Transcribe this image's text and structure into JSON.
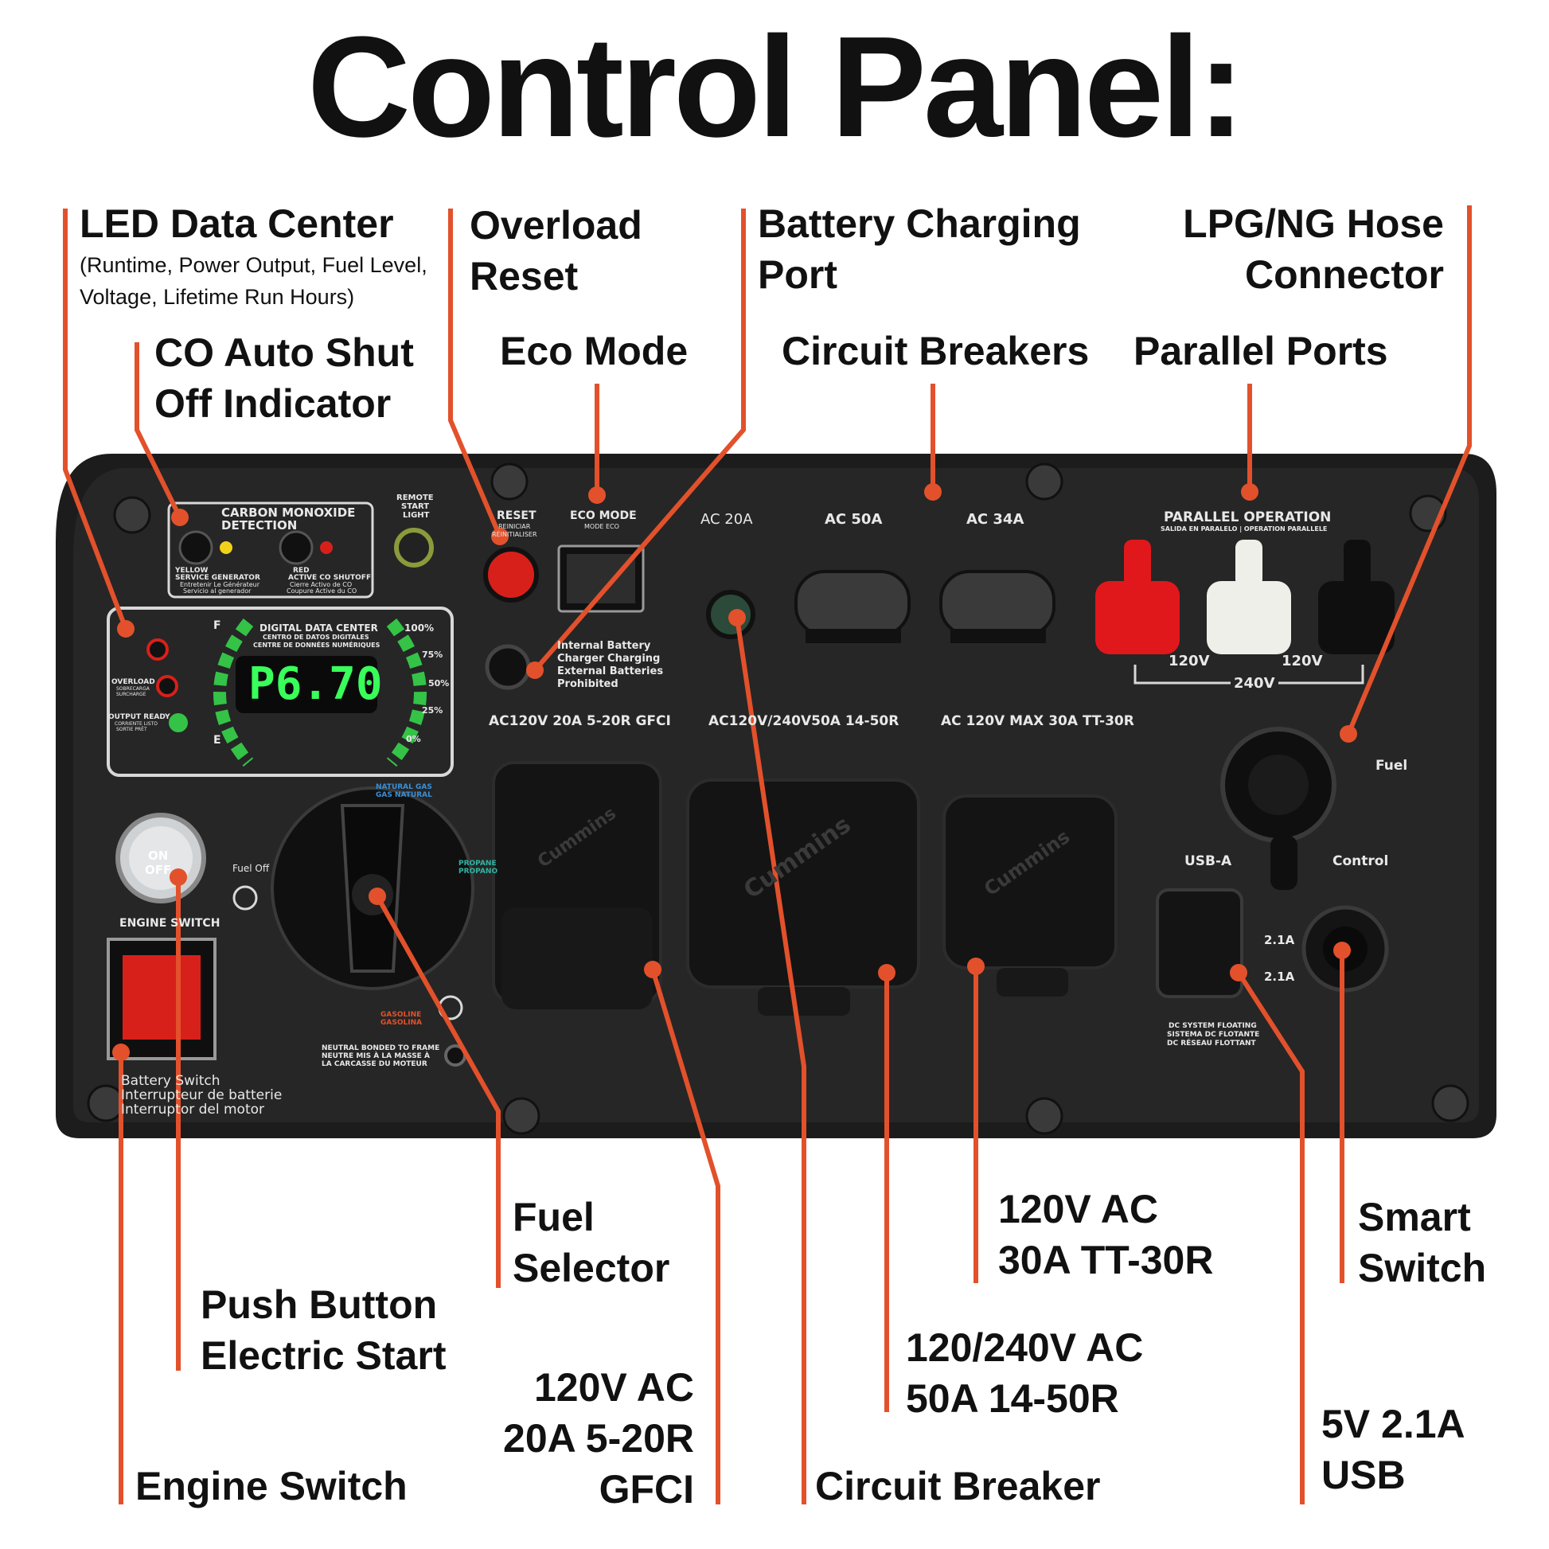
{
  "title": "Control Panel:",
  "callouts": {
    "led_data_center": "LED Data Center",
    "led_data_center_sub1": "(Runtime, Power Output, Fuel Level,",
    "led_data_center_sub2": "Voltage, Lifetime Run Hours)",
    "overload_reset_1": "Overload",
    "overload_reset_2": "Reset",
    "battery_port_1": "Battery Charging",
    "battery_port_2": "Port",
    "lpg_1": "LPG/NG Hose",
    "lpg_2": "Connector",
    "co_1": "CO Auto Shut",
    "co_2": "Off Indicator",
    "eco_mode": "Eco Mode",
    "circuit_breakers": "Circuit Breakers",
    "parallel_ports": "Parallel Ports",
    "fuel_selector_1": "Fuel",
    "fuel_selector_2": "Selector",
    "tt30_1": "120V AC",
    "tt30_2": "30A TT-30R",
    "smart_switch_1": "Smart",
    "smart_switch_2": "Switch",
    "push_start_1": "Push Button",
    "push_start_2": "Electric Start",
    "gfci_1": "120V AC",
    "gfci_2": "20A 5-20R",
    "gfci_3": "GFCI",
    "r1450_1": "120/240V AC",
    "r1450_2": "50A 14-50R",
    "usb_1": "5V 2.1A",
    "usb_2": "USB",
    "engine_switch": "Engine Switch",
    "circuit_breaker": "Circuit Breaker"
  },
  "panel": {
    "co_detect_1": "CARBON MONOXIDE",
    "co_detect_2": "DETECTION",
    "remote_1": "REMOTE",
    "remote_2": "START",
    "remote_3": "LIGHT",
    "yellow_1": "YELLOW",
    "yellow_2": "SERVICE GENERATOR",
    "yellow_3": "Entretenir Le Générateur",
    "yellow_4": "Servicio al generador",
    "red_1": "RED",
    "red_2": "ACTIVE CO SHUTOFF",
    "red_3": "Cierre Activo de CO",
    "red_4": "Coupure Active du CO",
    "reset_1": "RESET",
    "reset_2": "REINICIAR",
    "reset_3": "RÉINITIALISER",
    "eco_1": "ECO MODE",
    "eco_2": "MODE ECO",
    "ac20": "AC 20A",
    "ac50": "AC 50A",
    "ac34": "AC 34A",
    "parallel_1": "PARALLEL OPERATION",
    "parallel_2": "SALIDA EN PARALELO | OPERATION PARALLELE",
    "v120_left": "120V",
    "v120_right": "120V",
    "v240": "240V",
    "ddc_1": "DIGITAL DATA CENTER",
    "ddc_2": "CENTRO DE DATOS DIGITALES",
    "ddc_3": "CENTRE DE DONNÉES NUMÉRIQUES",
    "display": "P6.70",
    "f": "F",
    "e": "E",
    "pct100": "100%",
    "pct75": "75%",
    "pct50": "50%",
    "pct25": "25%",
    "pct0": "0%",
    "overload_1": "OVERLOAD",
    "overload_2": "SOBRECARGA",
    "overload_3": "SURCHARGE",
    "ready_1": "OUTPUT READY",
    "ready_2": "CORRIENTE LISTO",
    "ready_3": "SORTIE PRÊT",
    "battery_note_1": "Internal Battery",
    "battery_note_2": "Charger Charging",
    "battery_note_3": "External Batteries",
    "battery_note_4": "Prohibited",
    "rating_gfci": "AC120V 20A 5-20R GFCI",
    "rating_1450": "AC120V/240V50A 14-50R",
    "rating_tt30": "AC 120V MAX 30A TT-30R",
    "natgas_1": "NATURAL GAS",
    "natgas_2": "GAS NATURAL",
    "propane_1": "PROPANE",
    "propane_2": "PROPANO",
    "gasoline_1": "GASOLINE",
    "gasoline_2": "GASOLINA",
    "fuel_off": "Fuel Off",
    "on": "ON",
    "off": "OFF",
    "engine_switch": "ENGINE SWITCH",
    "batt_switch_1": "Battery Switch",
    "batt_switch_2": "Interrupteur de batterie",
    "batt_switch_3": "Interruptor del motor",
    "neutral_1": "NEUTRAL BONDED TO FRAME",
    "neutral_2": "NEUTRE MIS À LA MASSE À",
    "neutral_3": "LA CARCASSE DU MOTEUR",
    "fuel": "Fuel",
    "usb_a": "USB-A",
    "control": "Control",
    "a21_1": "2.1A",
    "a21_2": "2.1A",
    "dc_1": "DC SYSTEM FLOATING",
    "dc_2": "SISTEMA DC FLOTANTE",
    "dc_3": "DC RÉSEAU FLOTTANT",
    "brand": "Cummins"
  },
  "colors": {
    "leader": "#e2512b",
    "panel": "#1c1c1c",
    "text_panel": "#e8e8e8",
    "led_green": "#39ff5a",
    "parallel_red": "#e0181c",
    "parallel_white": "#efefea",
    "reset_red": "#d8201a"
  }
}
